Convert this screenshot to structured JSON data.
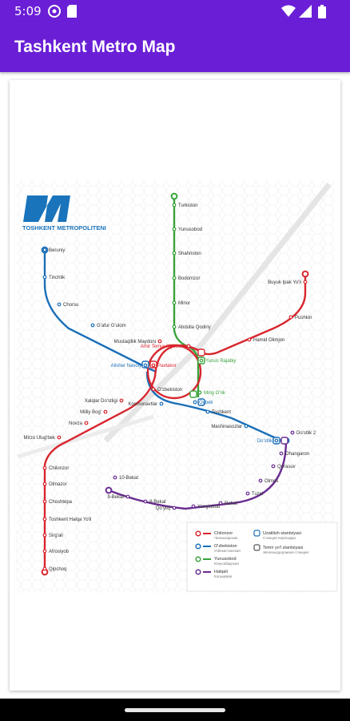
{
  "status_bar": {
    "time": "5:09"
  },
  "app_bar": {
    "title": "Tashkent Metro Map"
  },
  "map": {
    "logo_text": "TOSHKENT METROPOLITENI",
    "colors": {
      "red": "#d8262e",
      "blue": "#1b6fb8",
      "green": "#3aa33c",
      "purple": "#6a2c91",
      "logo": "#1a74bb"
    },
    "stations": [
      {
        "id": "turkiston",
        "name": "Turkiston"
      },
      {
        "id": "yunusobod",
        "name": "Yunusobod"
      },
      {
        "id": "shahriston",
        "name": "Shahriston"
      },
      {
        "id": "bodomzor",
        "name": "Bodomzor"
      },
      {
        "id": "minor",
        "name": "Minor"
      },
      {
        "id": "abdulla-qodiriy",
        "name": "Abdulla Qodiriy"
      },
      {
        "id": "amir-temur-xiyoboni",
        "name": "Amir Temur Xiyoboni"
      },
      {
        "id": "yunus-rajabiy",
        "name": "Yunus Rajabiy"
      },
      {
        "id": "ming-orik",
        "name": "Ming O'rik"
      },
      {
        "id": "buyuk-ipak-yoli",
        "name": "Buyuk Ipak Yo'li"
      },
      {
        "id": "pushkin",
        "name": "Pushkin"
      },
      {
        "id": "hamid-olimjon",
        "name": "Hamid Olimjon"
      },
      {
        "id": "beruniy",
        "name": "Beruniy"
      },
      {
        "id": "tinchlik",
        "name": "Tinchlik"
      },
      {
        "id": "chorsu",
        "name": "Chorsu"
      },
      {
        "id": "gafur-gulom",
        "name": "G'afur G'ulom"
      },
      {
        "id": "alisher-navoiy",
        "name": "Alisher Navoiy"
      },
      {
        "id": "mustaqillik-maydoni",
        "name": "Mustaqillik Maydoni"
      },
      {
        "id": "paxtakor",
        "name": "Paxtakor"
      },
      {
        "id": "ozbekiston",
        "name": "O'zbekiston"
      },
      {
        "id": "kosmonavtlar",
        "name": "Kosmonavtlar"
      },
      {
        "id": "oybek",
        "name": "Oybek"
      },
      {
        "id": "toshkent",
        "name": "Toshkent"
      },
      {
        "id": "mashinasozlar",
        "name": "Mashinasozlar"
      },
      {
        "id": "dostlik",
        "name": "Do'stlik"
      },
      {
        "id": "dostlik-2",
        "name": "Do'stlik 2"
      },
      {
        "id": "xalqlar-dostligi",
        "name": "Xalqlar Do'stligi"
      },
      {
        "id": "milliy-bog",
        "name": "Milliy Bog'"
      },
      {
        "id": "novza",
        "name": "Novza"
      },
      {
        "id": "mirzo-ulugbek",
        "name": "Mirzo Ulug'bek"
      },
      {
        "id": "chilonzor",
        "name": "Chilonzor"
      },
      {
        "id": "olmazor",
        "name": "Olmazor"
      },
      {
        "id": "choshtepa",
        "name": "Choshtepa"
      },
      {
        "id": "toshkent-halqa-yoli",
        "name": "Toshkent Halqa Yo'li"
      },
      {
        "id": "sergeli",
        "name": "Sirg'ali"
      },
      {
        "id": "afrosiyob",
        "name": "Afrosiyob"
      },
      {
        "id": "qipchoq",
        "name": "Qipchoq"
      },
      {
        "id": "10-bekat",
        "name": "10-Bekat"
      },
      {
        "id": "9-bekat",
        "name": "9-Bekat"
      },
      {
        "id": "8-bekat",
        "name": "8-Bekat"
      },
      {
        "id": "quruvchilar",
        "name": "Qo'yliq"
      },
      {
        "id": "yangiobod",
        "name": "Yangiobod"
      },
      {
        "id": "rohat",
        "name": "Rohat"
      },
      {
        "id": "tuzel",
        "name": "Tuzel"
      },
      {
        "id": "olmos",
        "name": "Olmos"
      },
      {
        "id": "qorasuv",
        "name": "Qorasuv"
      },
      {
        "id": "ohangaron",
        "name": "Ohangaron"
      }
    ],
    "legend": [
      {
        "name": "Chilonzor",
        "sub": "Чиланзарская",
        "color": "#d8262e"
      },
      {
        "name": "O'zbekiston",
        "sub": "Узбекистанская",
        "color": "#1b6fb8"
      },
      {
        "name": "Yunusobod",
        "sub": "Юнусабадская",
        "color": "#3aa33c"
      },
      {
        "name": "Halqali",
        "sub": "Кольцевая",
        "color": "#6a2c91"
      }
    ],
    "legend_right": [
      {
        "name": "Uzatilish stantsiyasi",
        "sub": "Станция пересадки"
      },
      {
        "name": "Temir yo'l stantsiyasi",
        "sub": "Железнодорожная станция"
      }
    ]
  }
}
